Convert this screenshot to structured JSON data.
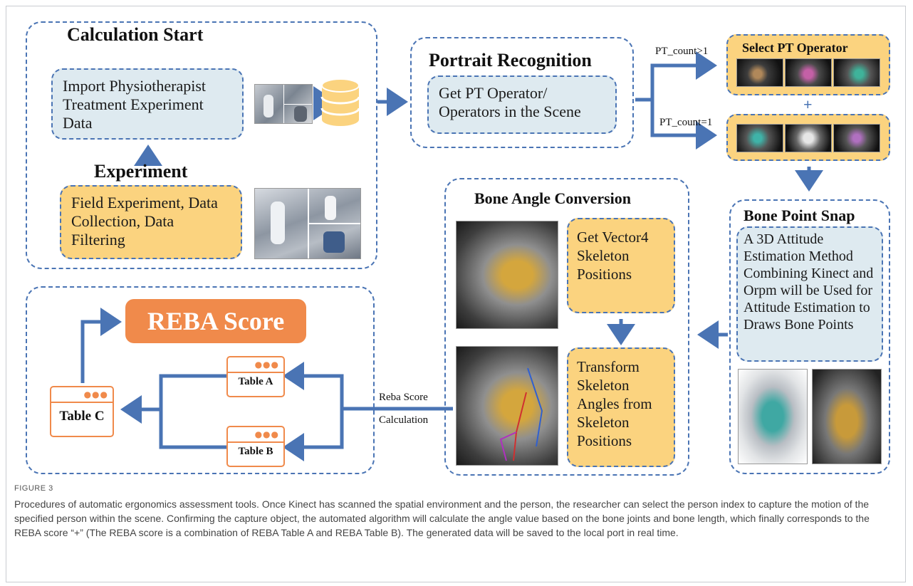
{
  "figure": {
    "label": "FIGURE 3",
    "caption": "Procedures of automatic ergonomics assessment tools. Once Kinect has scanned the spatial environment and the person, the researcher can select the person index to capture the motion of the specified person within the scene. Confirming the capture object, the automated algorithm will calculate the angle value based on the bone joints and bone length, which finally corresponds to the REBA score “+” (The REBA score is a combination of REBA Table A and REBA Table B). The generated data will be saved to the local port in real time."
  },
  "calc_start": {
    "title": "Calculation Start",
    "import_text": "Import Physiotherapist Treatment Experiment Data",
    "experiment_title": "Experiment",
    "field_text": "Field Experiment, Data Collection, Data Filtering"
  },
  "portrait": {
    "title": "Portrait Recognition",
    "text": "Get PT Operator/ Operators in the Scene",
    "branch_gt": "PT_count>1",
    "branch_eq": "PT_count=1",
    "plus": "+"
  },
  "select_pt": {
    "title": "Select PT Operator"
  },
  "bone_snap": {
    "title": "Bone Point Snap",
    "text": "A 3D Attitude Estimation Method Combining Kinect and Orpm will be Used for Attitude Estimation to Draws Bone Points"
  },
  "bone_angle": {
    "title": "Bone Angle Conversion",
    "vector_text": "Get Vector4 Skeleton Positions",
    "transform_text": "Transform Skeleton Angles from Skeleton Positions"
  },
  "reba": {
    "title": "REBA Score",
    "table_a": "Table A",
    "table_b": "Table B",
    "table_c": "Table C",
    "arrow_label_1": "Reba Score",
    "arrow_label_2": "Calculation"
  },
  "colors": {
    "blue": "#4a74b4",
    "orange": "#f08a4b",
    "yellow": "#fbd37f",
    "light_blue": "#deeaf0"
  }
}
